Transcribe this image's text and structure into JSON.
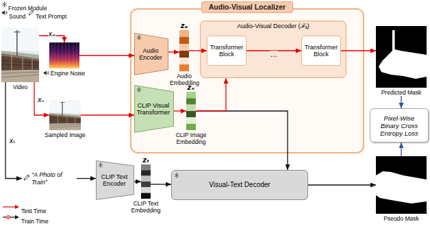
{
  "diagram": {
    "nodes": [
      {
        "text": [
          "Video"
        ]
      },
      {
        "text": [
          "Audio-Visual Localizer"
        ]
      },
      {
        "text": [
          "Audio Encoder"
        ],
        "in": 1
      },
      {
        "text": [
          "zₐ",
          "Audio Embedding"
        ],
        "in": 1
      },
      {
        "text": [
          "Audio-Visual Decoder (ℱₐ)"
        ],
        "in": 1
      },
      {
        "text": [
          "Transformer Block"
        ],
        "in": 4
      },
      {
        "text": [
          "Transformer Block"
        ],
        "in": 4
      },
      {
        "text": [
          "CLIP Visual Transformer"
        ],
        "in": 1
      },
      {
        "text": [
          "zᵥ",
          "CLIP Image Embedding"
        ],
        "in": 1
      },
      {
        "text": [
          "Engine Noise"
        ]
      },
      {
        "text": [
          "Sampled Image"
        ]
      },
      {
        "text": [
          "Predicted Mask"
        ]
      },
      {
        "text": [
          "Pixel-Wise Binary Cross Entropy Loss"
        ]
      },
      {
        "text": [
          "Pseudo Mask"
        ]
      },
      {
        "text": [
          "“A Photo of Train”"
        ]
      },
      {
        "text": [
          "CLIP Text Encoder"
        ]
      },
      {
        "text": [
          "zₜ",
          "CLIP Text Embedding"
        ]
      },
      {
        "text": [
          "Visual-Text Decoder"
        ]
      }
    ],
    "edges": [
      {
        "from": 0,
        "to": 9,
        "label": "xₐ",
        "arrow": "to"
      },
      {
        "from": 0,
        "to": 10,
        "label": "xᵥ",
        "arrow": "to"
      },
      {
        "from": 0,
        "to": 14,
        "label": "xₜ",
        "arrow": "to"
      },
      {
        "from": 9,
        "to": 2,
        "arrow": "to"
      },
      {
        "from": 2,
        "to": 3,
        "arrow": "to"
      },
      {
        "from": 3,
        "to": 5,
        "arrow": "to"
      },
      {
        "from": 5,
        "to": 6,
        "label": "…",
        "arrow": "to"
      },
      {
        "from": 6,
        "to": 11,
        "arrow": "to"
      },
      {
        "from": 10,
        "to": 7,
        "arrow": "to"
      },
      {
        "from": 7,
        "to": 8,
        "arrow": "to"
      },
      {
        "from": 8,
        "to": 4,
        "arrow": "to"
      },
      {
        "from": 8,
        "to": 17,
        "arrow": "to"
      },
      {
        "from": 17,
        "to": 13,
        "arrow": "to"
      },
      {
        "from": 14,
        "to": 15,
        "arrow": "to"
      },
      {
        "from": 15,
        "to": 16,
        "arrow": "to"
      },
      {
        "from": 16,
        "to": 17,
        "arrow": "to"
      },
      {
        "from": 11,
        "to": 12,
        "arrow": "to"
      },
      {
        "from": 13,
        "to": 12,
        "arrow": "to"
      }
    ],
    "legend": [
      {
        "text": "Frozen Module"
      },
      {
        "text": "Sound"
      },
      {
        "text": "Text Prompt"
      },
      {
        "text": "Test Time"
      },
      {
        "text": "Train Time"
      }
    ]
  }
}
